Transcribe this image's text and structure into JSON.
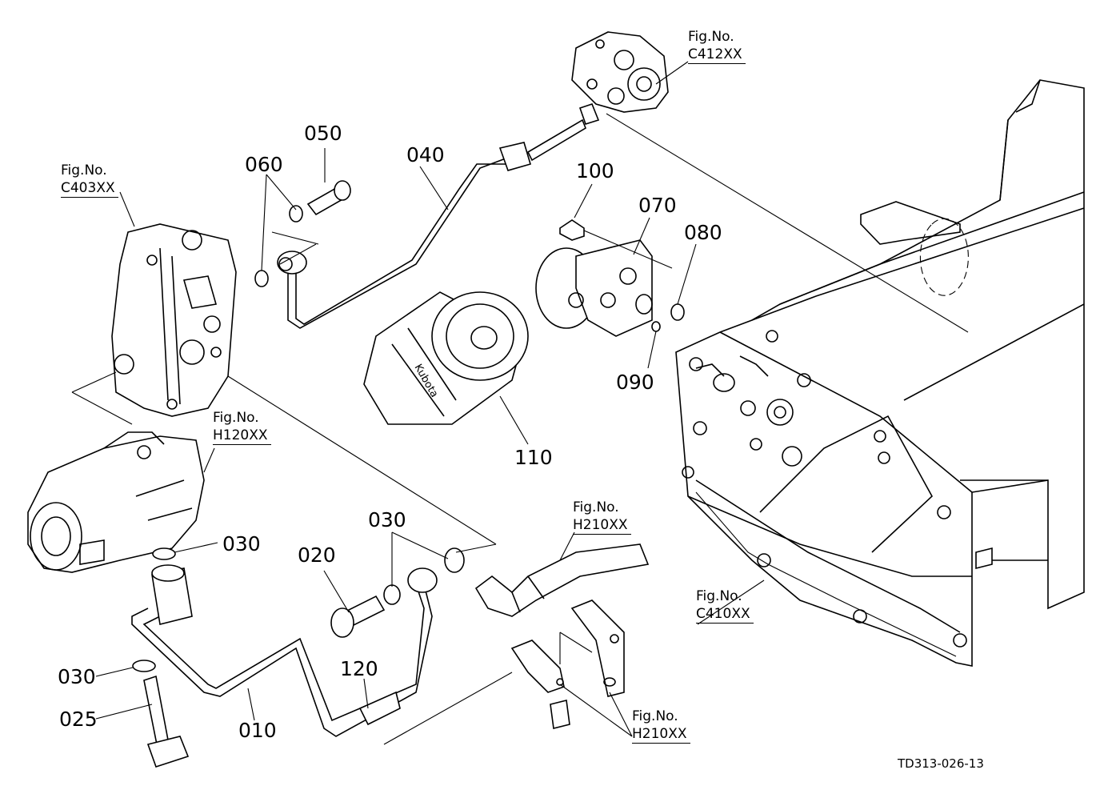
{
  "parts": [
    {
      "id": "p050",
      "label": "050"
    },
    {
      "id": "p060",
      "label": "060"
    },
    {
      "id": "p040",
      "label": "040"
    },
    {
      "id": "p100",
      "label": "100"
    },
    {
      "id": "p070",
      "label": "070"
    },
    {
      "id": "p080",
      "label": "080"
    },
    {
      "id": "p090",
      "label": "090"
    },
    {
      "id": "p110",
      "label": "110"
    },
    {
      "id": "p030a",
      "label": "030"
    },
    {
      "id": "p030b",
      "label": "030"
    },
    {
      "id": "p030c",
      "label": "030"
    },
    {
      "id": "p020",
      "label": "020"
    },
    {
      "id": "p120",
      "label": "120"
    },
    {
      "id": "p025",
      "label": "025"
    },
    {
      "id": "p010",
      "label": "010"
    }
  ],
  "fig_refs": [
    {
      "id": "c412",
      "prefix": "Fig.No.",
      "code": "C412XX"
    },
    {
      "id": "c403",
      "prefix": "Fig.No.",
      "code": "C403XX"
    },
    {
      "id": "h120",
      "prefix": "Fig.No.",
      "code": "H120XX"
    },
    {
      "id": "h210a",
      "prefix": "Fig.No.",
      "code": "H210XX"
    },
    {
      "id": "c410",
      "prefix": "Fig.No.",
      "code": "C410XX"
    },
    {
      "id": "h210b",
      "prefix": "Fig.No.",
      "code": "H210XX"
    }
  ],
  "filter_brand": "Kubota",
  "document_id": "TD313-026-13"
}
